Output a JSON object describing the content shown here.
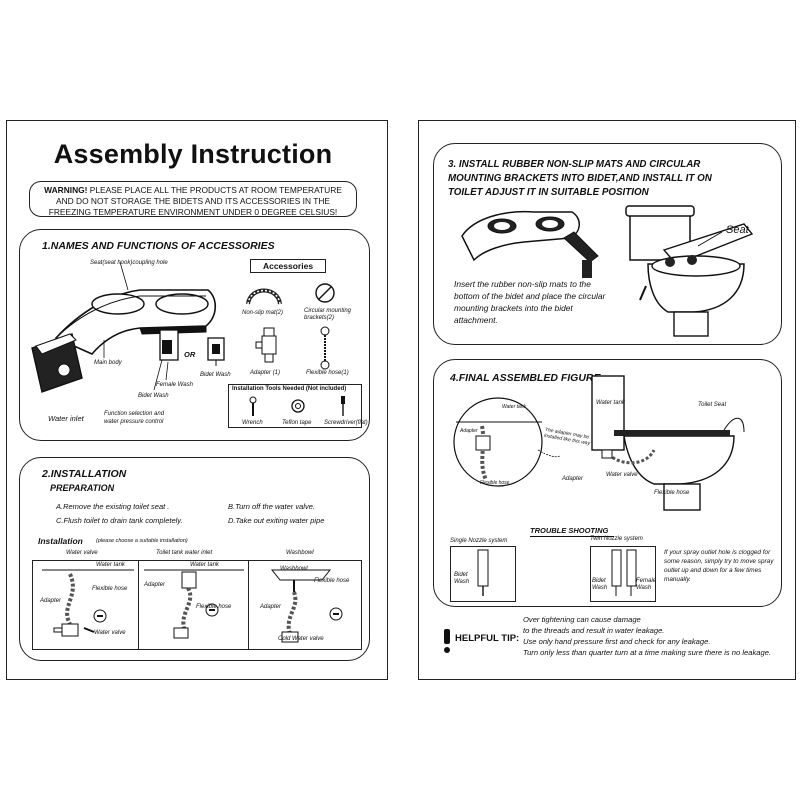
{
  "left_page": {
    "title": "Assembly Instruction",
    "warning_label": "WARNING!",
    "warning_text": "PLEASE PLACE  ALL THE PRODUCTS  AT ROOM TEMPERATURE AND DO NOT  STORAGE  THE BIDETS  AND ITS ACCESSORIES IN THE FREEZING  TEMPERATURE  ENVIRONMENT UNDER 0 DEGREE CELSIUS!",
    "section1": {
      "heading": "1.NAMES AND FUNCTIONS OF ACCESSORIES",
      "seat_label": "Seat(seat hook)coupling hole",
      "main_body": "Main body",
      "or": "OR",
      "female_wash": "Female Wash",
      "bidet_wash": "Bidet Wash",
      "bidet_wash2": "Bidet Wash",
      "water_inlet": "Water inlet",
      "function_selection": "Function selection and water pressure control",
      "accessories_title": "Accessories",
      "non_slip_mat": "Non-slip mat(2)",
      "circular_brackets": "Circular mounting brackets(2)",
      "adapter": "Adapter (1)",
      "flexible_hose": "Flexible hose(1)",
      "tools_title": "Installation Tools Needed  (Not included)",
      "wrench": "Wrench",
      "teflon": "Teflon tape",
      "screwdriver": "Screwdriver(flat)"
    },
    "section2": {
      "heading": "2.INSTALLATION",
      "preparation": "PREPARATION",
      "step_a": "A.Remove the existing toilet seat .",
      "step_b": "B.Turn off the water valve.",
      "step_c": "C.Flush toilet to drain tank completely.",
      "step_d": "D.Take out exiting water pipe",
      "installation": "Installation",
      "installation_note": "(please choose a suitable installation)",
      "fig1_water_valve_top": "Water valve",
      "fig1_water_tank": "Water tank",
      "fig1_flexible_hose": "Flexible hose",
      "fig1_adapter": "Adapter",
      "fig1_water_valve": "Water valve",
      "fig2_inlet": "Toilet tank water inlet",
      "fig2_water_tank": "Water tank",
      "fig2_adapter": "Adapter",
      "fig2_flexible_hose": "Flexible hose",
      "fig3_washbowl_top": "Washbowl",
      "fig3_washbowl": "Washbowl",
      "fig3_flexible_hose": "Flexible hose",
      "fig3_adapter": "Adapter",
      "fig3_cold_valve": "Cold  Water valve"
    }
  },
  "right_page": {
    "section3": {
      "heading": "3. INSTALL RUBBER NON-SLIP MATS AND CIRCULAR MOUNTING BRACKETS INTO BIDET,AND INSTALL IT ON TOILET ADJUST IT IN SUITABLE POSITION",
      "seat": "Seat",
      "description": "Insert the rubber non-slip mats to the bottom of the bidet and place the circular mounting brackets into the bidet attachment."
    },
    "section4": {
      "heading": "4.FINAL ASSEMBLED FIGURE",
      "water_tank_big": "Water tank",
      "toilet_seat": "Toilet Seat",
      "water_tank_small": "Water tank",
      "adapter_small": "Adapter",
      "adapter_note": "The adapter may be installed like this way",
      "flexible_hose_small": "Flexible hose",
      "adapter": "Adapter",
      "water_valve": "Water valve",
      "flexible_hose": "Flexible hose",
      "trouble_title": "TROUBLE SHOOTING",
      "single_nozzle": "Single Nozzle system",
      "twin_nozzle": "Twin Nozzle system",
      "single_bidet_wash": "Bidet Wash",
      "twin_bidet_wash": "Bidet Wash",
      "twin_female_wash": "Female Wash",
      "trouble_text": "If your spray outlet hole is clogged for some reason, simply try to move spray outlet up and down for a few times manually."
    },
    "tip": {
      "label": "HELPFUL TIP:",
      "line1": "Over tightening  can cause damage",
      "line2": "to the threads and result in water leakage.",
      "line3": "Use only hand pressure first and check for any leakage.",
      "line4": "Turn only less than quarter turn at a time making sure there is no leakage."
    }
  }
}
